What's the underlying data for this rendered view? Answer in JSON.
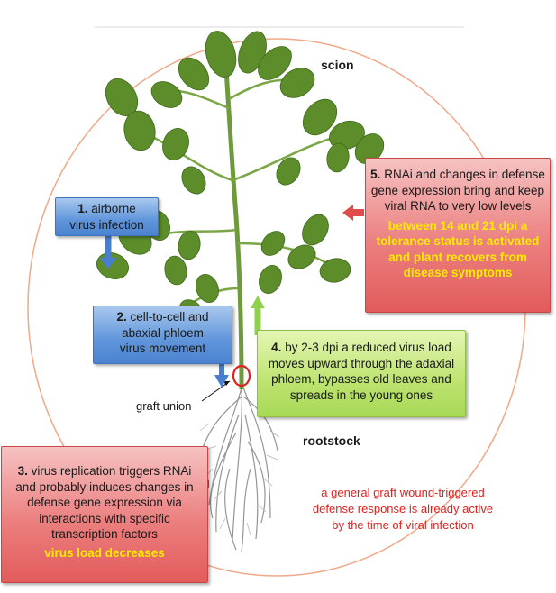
{
  "labels": {
    "scion": "scion",
    "rootstock": "rootstock",
    "graft_union": "graft union"
  },
  "steps": [
    {
      "num": "1.",
      "lines": [
        "airborne",
        "virus infection"
      ],
      "highlight": ""
    },
    {
      "num": "2.",
      "lines": [
        "cell-to-cell and",
        "abaxial phloem",
        "virus movement"
      ],
      "highlight": ""
    },
    {
      "num": "3.",
      "lines": [
        "virus replication triggers RNAi",
        "and probably induces changes in",
        "defense gene expression via",
        "interactions with specific",
        "transcription factors"
      ],
      "highlight": "virus load decreases"
    },
    {
      "num": "4.",
      "lines": [
        "by 2-3 dpi a reduced virus load",
        "moves upward through the adaxial",
        "phloem, bypasses old leaves  and",
        "spreads in the young ones"
      ],
      "highlight": ""
    },
    {
      "num": "5.",
      "lines": [
        "RNAi and changes in defense",
        "gene expression bring and keep",
        "viral RNA to very low levels"
      ],
      "highlight_lines": [
        "between 14 and 21 dpi a",
        "tolerance status is activated",
        "and plant recovers from",
        "disease symptoms"
      ]
    }
  ],
  "note": {
    "lines": [
      "a  general graft wound-triggered",
      "defense response is already active",
      "by the time of viral infection"
    ]
  },
  "colors": {
    "blue_box": "#5f95db",
    "red_box": "#ec7f7f",
    "green_box": "#bde36f",
    "highlight_text": "#ffeb00",
    "note_text": "#e0221f",
    "circle": "#f0a88a",
    "graft_marker": "#e0221f",
    "arrow_blue": "#4a7fd0",
    "arrow_red": "#e04b4b",
    "arrow_green": "#8fd14f"
  }
}
